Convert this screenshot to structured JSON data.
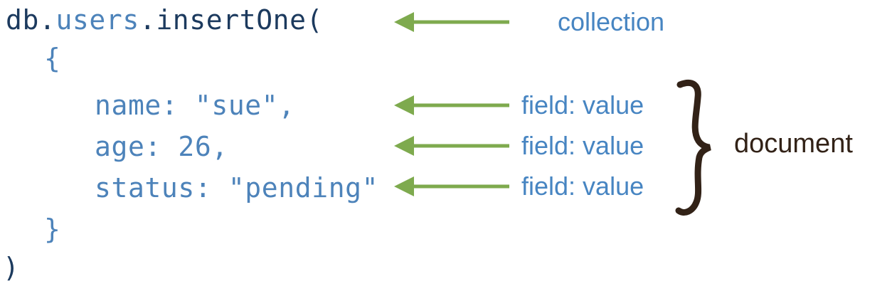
{
  "colors": {
    "code_dark": "#1c3a5e",
    "code_blue": "#4d83ba",
    "label_blue": "#4785c2",
    "arrow_green": "#7eaa4e",
    "annotation_brown": "#322217"
  },
  "code": {
    "object": "db",
    "dot1": ".",
    "collection": "users",
    "dot2": ".",
    "method": "insertOne(",
    "open_brace": "{",
    "fields": [
      "name: \"sue\",",
      "age: 26,",
      "status: \"pending\""
    ],
    "close_brace": "}",
    "close_paren": ")"
  },
  "annotations": {
    "collection": "collection",
    "field_value_1": "field: value",
    "field_value_2": "field: value",
    "field_value_3": "field: value",
    "document": "document"
  }
}
